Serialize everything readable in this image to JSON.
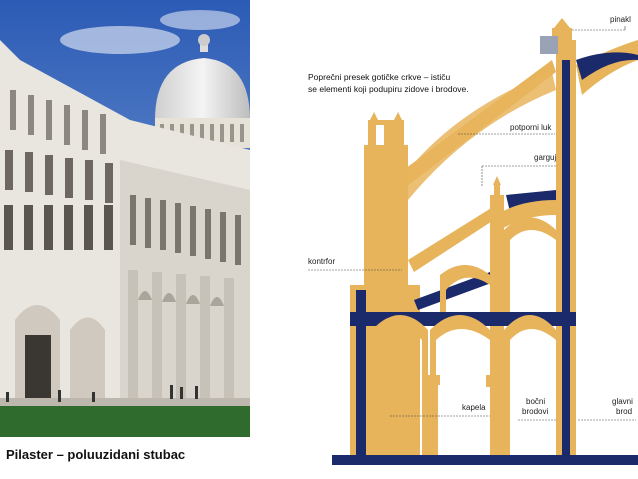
{
  "photo": {
    "caption": "Pilaster – poluuzidani stubac"
  },
  "diagram": {
    "intro_line1": "Poprečni presek gotičke crkve – ističu",
    "intro_line2": "se elementi koji podupiru zidove i brodove.",
    "labels": {
      "pinakl": "pinakl",
      "potporni_luk": "potporni luk",
      "garguj": "garguj",
      "kontrfor": "kontrfor",
      "kapela": "kapela",
      "bocni_line1": "bočni",
      "bocni_line2": "brodovi",
      "glavni_line1": "glavni",
      "glavni_line2": "brod"
    }
  },
  "colors": {
    "stone": "#e7b45c",
    "structure": "#1b2a6b",
    "sky": "#3f6fc2",
    "marble": "#e9e6df",
    "lawn": "#2e6b2c"
  }
}
